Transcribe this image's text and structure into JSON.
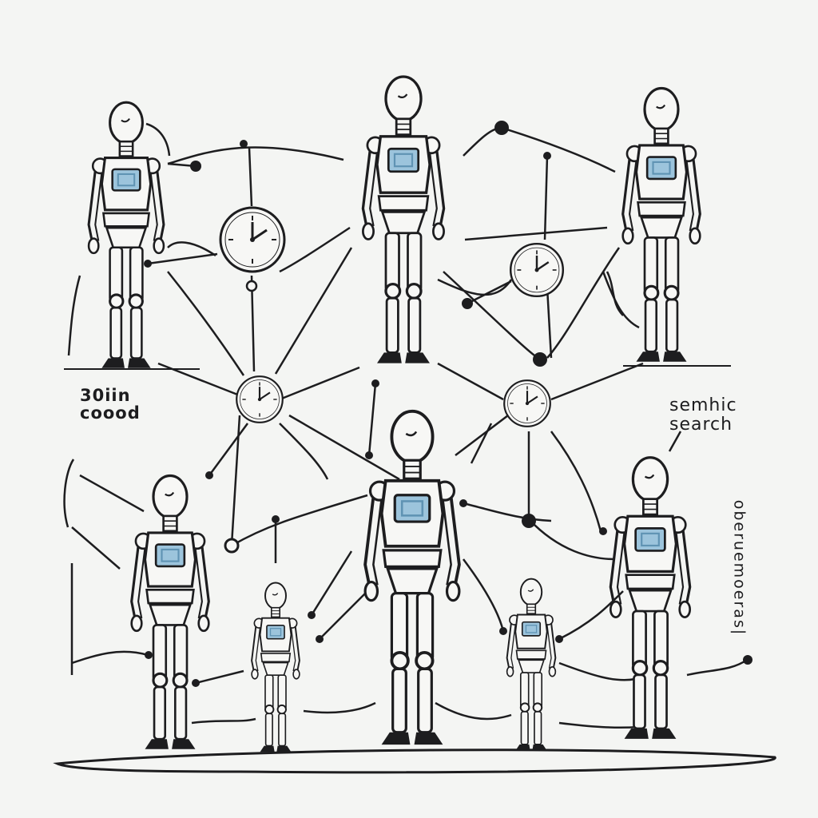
{
  "labels": {
    "left_line1": "30iin",
    "left_line2": "coood",
    "right_line1": "semhic",
    "right_line2": "search",
    "right_vertical": "oberuemoeras|"
  },
  "colors": {
    "ink": "#1d1d1f",
    "paper": "#f4f5f3",
    "screen": "#9cc4dc",
    "screen_dark": "#5f93b3"
  },
  "icons": {
    "figure": "robot-figure-icon",
    "clock": "clock-icon",
    "node": "node-dot-icon"
  }
}
